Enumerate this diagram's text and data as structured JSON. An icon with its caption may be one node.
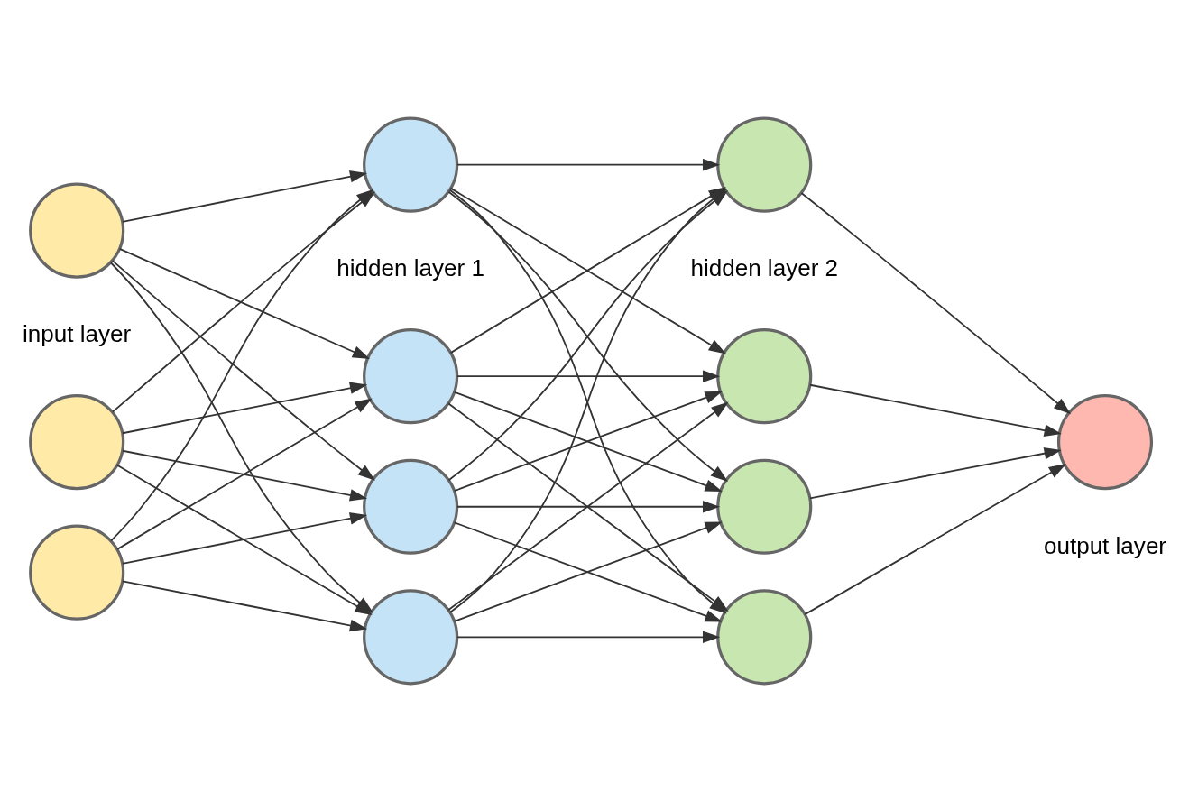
{
  "diagram": {
    "nodes": [
      {
        "text": [],
        "shape": "circle"
      },
      {
        "text": [],
        "shape": "circle"
      },
      {
        "text": [],
        "shape": "circle"
      },
      {
        "text": [],
        "shape": "circle"
      },
      {
        "text": [],
        "shape": "circle"
      },
      {
        "text": [],
        "shape": "circle"
      },
      {
        "text": [],
        "shape": "circle"
      },
      {
        "text": [],
        "shape": "circle"
      },
      {
        "text": [],
        "shape": "circle"
      },
      {
        "text": [],
        "shape": "circle"
      },
      {
        "text": [],
        "shape": "circle"
      },
      {
        "text": [],
        "shape": "circle"
      }
    ],
    "edges": [
      {
        "from": 0,
        "to": 3,
        "arrow": "to"
      },
      {
        "from": 0,
        "to": 4,
        "arrow": "to"
      },
      {
        "from": 0,
        "to": 5,
        "arrow": "to"
      },
      {
        "from": 0,
        "to": 6,
        "arrow": "to"
      },
      {
        "from": 1,
        "to": 3,
        "arrow": "to"
      },
      {
        "from": 1,
        "to": 4,
        "arrow": "to"
      },
      {
        "from": 1,
        "to": 5,
        "arrow": "to"
      },
      {
        "from": 1,
        "to": 6,
        "arrow": "to"
      },
      {
        "from": 2,
        "to": 3,
        "arrow": "to"
      },
      {
        "from": 2,
        "to": 4,
        "arrow": "to"
      },
      {
        "from": 2,
        "to": 5,
        "arrow": "to"
      },
      {
        "from": 2,
        "to": 6,
        "arrow": "to"
      },
      {
        "from": 3,
        "to": 7,
        "arrow": "to"
      },
      {
        "from": 3,
        "to": 8,
        "arrow": "to"
      },
      {
        "from": 3,
        "to": 9,
        "arrow": "to"
      },
      {
        "from": 3,
        "to": 10,
        "arrow": "to"
      },
      {
        "from": 4,
        "to": 7,
        "arrow": "to"
      },
      {
        "from": 4,
        "to": 8,
        "arrow": "to"
      },
      {
        "from": 4,
        "to": 9,
        "arrow": "to"
      },
      {
        "from": 4,
        "to": 10,
        "arrow": "to"
      },
      {
        "from": 5,
        "to": 7,
        "arrow": "to"
      },
      {
        "from": 5,
        "to": 8,
        "arrow": "to"
      },
      {
        "from": 5,
        "to": 9,
        "arrow": "to"
      },
      {
        "from": 5,
        "to": 10,
        "arrow": "to"
      },
      {
        "from": 6,
        "to": 7,
        "arrow": "to"
      },
      {
        "from": 6,
        "to": 8,
        "arrow": "to"
      },
      {
        "from": 6,
        "to": 9,
        "arrow": "to"
      },
      {
        "from": 6,
        "to": 10,
        "arrow": "to"
      },
      {
        "from": 7,
        "to": 11,
        "arrow": "to"
      },
      {
        "from": 8,
        "to": 11,
        "arrow": "to"
      },
      {
        "from": 9,
        "to": 11,
        "arrow": "to"
      },
      {
        "from": 10,
        "to": 11,
        "arrow": "to"
      }
    ],
    "labels": [
      "input layer",
      "hidden layer 1",
      "hidden layer 2",
      "output layer"
    ]
  }
}
